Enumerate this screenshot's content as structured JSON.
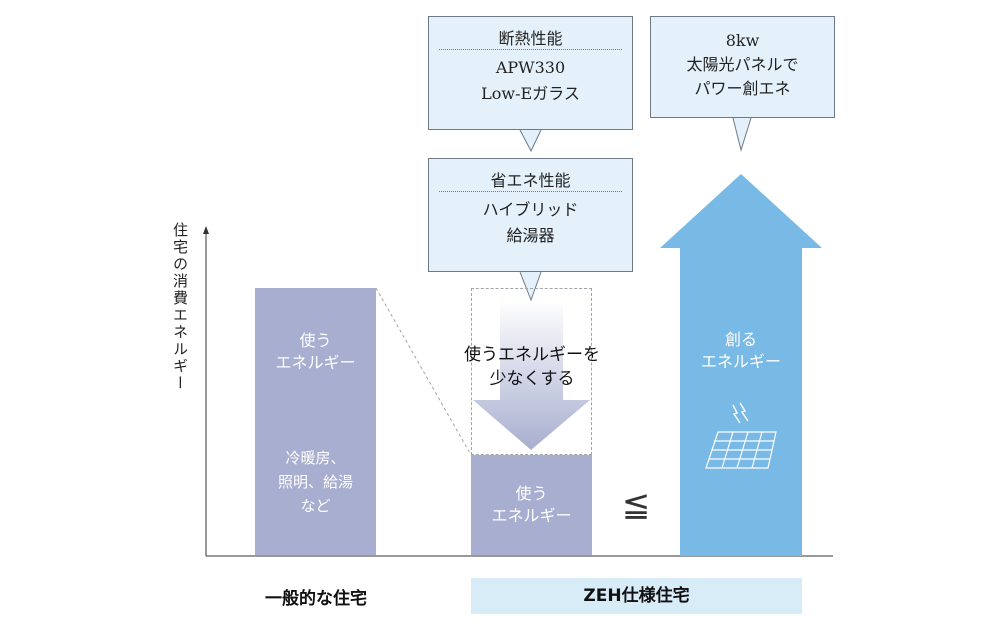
{
  "y_axis": {
    "label": "住宅の消費エネルギー"
  },
  "callouts": {
    "insulation": {
      "heading": "断熱性能",
      "line1": "APW330",
      "line2": "Low-Eガラス"
    },
    "efficiency": {
      "heading": "省エネ性能",
      "line1": "ハイブリッド",
      "line2": "給湯器"
    },
    "solar": {
      "line1": "8kw",
      "line2": "太陽光パネルで",
      "line3": "パワー創エネ"
    }
  },
  "general_house": {
    "bar_title_1": "使う",
    "bar_title_2": "エネルギー",
    "detail_1": "冷暖房、",
    "detail_2": "照明、給湯",
    "detail_3": "など",
    "icon": "ceiling-lamp-icon",
    "caption": "一般的な住宅"
  },
  "zeh_house": {
    "reduce_1": "使うエネルギーを",
    "reduce_2": "少なくする",
    "bar_title_1": "使う",
    "bar_title_2": "エネルギー",
    "comparison_symbol": "≦",
    "create_1": "創る",
    "create_2": "エネルギー",
    "icons": [
      "lightning-icon",
      "solar-panel-icon"
    ],
    "caption": "ZEH仕様住宅"
  },
  "colors": {
    "use_energy_bar": "#a8aecf",
    "create_energy_arrow": "#78b9e5",
    "callout_bg": "#e4f1fa",
    "zeh_label_bg": "#d8ecf8"
  }
}
